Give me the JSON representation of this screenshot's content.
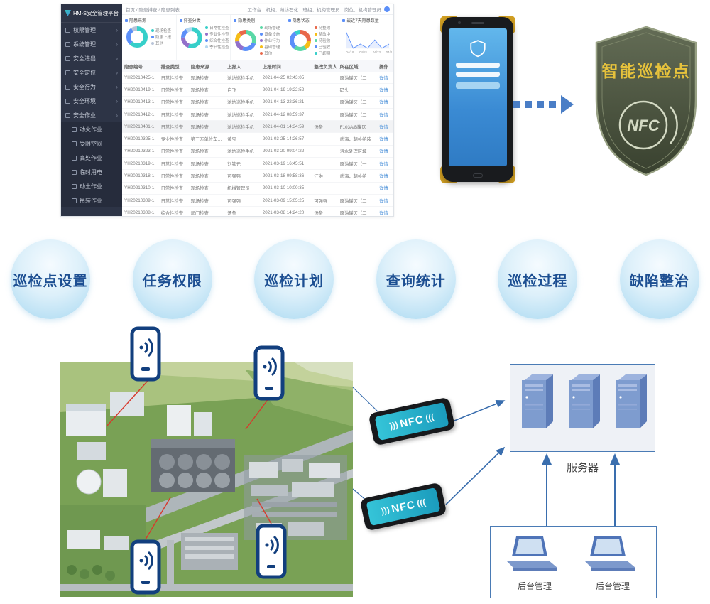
{
  "dashboard": {
    "logo_text": "HM-S安全管理平台",
    "topbar": {
      "breadcrumb": "首页 / 隐患排查 / 隐患列表",
      "right_text": "工作台　机构：潍坊石化　班组：机构管理员　岗位：机构管理员"
    },
    "sidebar": [
      {
        "label": "权限管理",
        "parent": true,
        "child": false
      },
      {
        "label": "系统管理",
        "parent": true,
        "child": false
      },
      {
        "label": "安全进出",
        "parent": true,
        "child": false
      },
      {
        "label": "安全定位",
        "parent": true,
        "child": false
      },
      {
        "label": "安全行为",
        "parent": true,
        "child": false
      },
      {
        "label": "安全环境",
        "parent": true,
        "child": false
      },
      {
        "label": "安全作业",
        "parent": true,
        "child": false
      },
      {
        "label": "动火作业",
        "parent": false,
        "child": true
      },
      {
        "label": "受限空间",
        "parent": false,
        "child": true
      },
      {
        "label": "高处作业",
        "parent": false,
        "child": true
      },
      {
        "label": "临时用电",
        "parent": false,
        "child": true
      },
      {
        "label": "动土作业",
        "parent": false,
        "child": true
      },
      {
        "label": "吊装作业",
        "parent": false,
        "child": true
      }
    ],
    "charts": [
      {
        "type": "donut",
        "title": "隐患来源",
        "segments": [
          {
            "label": "现场检查",
            "value": 62,
            "color": "#36cfc9"
          },
          {
            "label": "隐患上报",
            "value": 28,
            "color": "#5b8ff9"
          },
          {
            "label": "其他",
            "value": 10,
            "color": "#b8c4d8"
          }
        ]
      },
      {
        "type": "donut",
        "title": "排查分类",
        "segments": [
          {
            "label": "日常性检查",
            "value": 55,
            "color": "#36cfc9"
          },
          {
            "label": "专业性检查",
            "value": 20,
            "color": "#9270ca"
          },
          {
            "label": "综合性检查",
            "value": 15,
            "color": "#5b8ff9"
          },
          {
            "label": "季节性检查",
            "value": 10,
            "color": "#b5d7f0"
          }
        ]
      },
      {
        "type": "donut",
        "title": "隐患类别",
        "segments": [
          {
            "label": "现场管理",
            "value": 30,
            "color": "#5ad8a6"
          },
          {
            "label": "设备设施",
            "value": 25,
            "color": "#5b8ff9"
          },
          {
            "label": "作业行为",
            "value": 18,
            "color": "#9270ca"
          },
          {
            "label": "基础管理",
            "value": 15,
            "color": "#f6bd16"
          },
          {
            "label": "其他",
            "value": 12,
            "color": "#e8684a"
          }
        ]
      },
      {
        "type": "donut",
        "title": "隐患状态",
        "segments": [
          {
            "label": "待整改",
            "value": 25,
            "color": "#e8684a"
          },
          {
            "label": "整改中",
            "value": 15,
            "color": "#f6bd16"
          },
          {
            "label": "待验收",
            "value": 20,
            "color": "#5ad8a6"
          },
          {
            "label": "已验收",
            "value": 30,
            "color": "#5b8ff9"
          },
          {
            "label": "已超期",
            "value": 10,
            "color": "#36cfc9"
          }
        ]
      },
      {
        "type": "line",
        "title": "最近7天隐患数量",
        "legend": "隐患数量",
        "color": "#5b8ff9",
        "x": [
          "04/19",
          "04/21",
          "04/23",
          "04/25"
        ],
        "values": [
          4,
          0,
          1,
          0,
          2,
          0,
          1
        ]
      }
    ],
    "table": {
      "columns": [
        "隐患编号",
        "排查类型",
        "隐患来源",
        "上报人",
        "上报时间",
        "整改负责人",
        "所在区域",
        "操作"
      ],
      "rows": [
        [
          "YH20210425-1",
          "日常性检查",
          "现场检查",
          "潍坊巡检手机",
          "2021-04-25 02:43:05",
          "",
          "原油罐区（二",
          "详情"
        ],
        [
          "YH20210419-1",
          "日常性检查",
          "现场检查",
          "白飞",
          "2021-04-19 19:22:52",
          "",
          "码头",
          "详情"
        ],
        [
          "YH20210413-1",
          "日常性检查",
          "现场检查",
          "潍坊巡检手机",
          "2021-04-13 22:36:21",
          "",
          "原油罐区（二",
          "详情"
        ],
        [
          "YH20210412-1",
          "日常性检查",
          "现场检查",
          "潍坊巡检手机",
          "2021-04-12 08:59:37",
          "",
          "原油罐区（二",
          "详情"
        ],
        [
          "YH20210401-1",
          "日常性检查",
          "现场检查",
          "潍坊巡检手机",
          "2021-04-01 14:34:59",
          "汤条",
          "F103A/B罐区",
          "详情"
        ],
        [
          "YH20210325-1",
          "专业性检查",
          "第三方单位车辆检查",
          "黄宝",
          "2021-03-25 14:26:57",
          "",
          "武海，朝补给装",
          "详情"
        ],
        [
          "YH20210323-1",
          "日常性检查",
          "现场检查",
          "潍坊巡检手机",
          "2021-03-20 09:04:22",
          "",
          "污水处理区域",
          "详情"
        ],
        [
          "YH20210319-1",
          "日常性检查",
          "现场检查",
          "刘钦元",
          "2021-03-19 16:45:51",
          "",
          "原油罐区（一",
          "详情"
        ],
        [
          "YH20210318-1",
          "日常性检查",
          "现场检查",
          "可强强",
          "2021-03-18 09:58:36",
          "汪洪",
          "武海，朝补给",
          "详情"
        ],
        [
          "YH20210310-1",
          "日常性检查",
          "现场检查",
          "机械管理员",
          "2021-03-10 10:00:35",
          "",
          "",
          "详情"
        ],
        [
          "YH20210309-1",
          "日常性检查",
          "现场检查",
          "可强强",
          "2021-03-09 15:05:25",
          "可强强",
          "原油罐区（二",
          "详情"
        ],
        [
          "YH20210308-1",
          "综合性检查",
          "部门检查",
          "汤条",
          "2021-03-08 14:24:20",
          "汤条",
          "原油罐区（二",
          "详情"
        ]
      ]
    }
  },
  "badge": {
    "title": "智能巡检点",
    "nfc": "NFC"
  },
  "features": [
    "巡检点设置",
    "任务权限",
    "巡检计划",
    "查询统计",
    "巡检过程",
    "缺陷整治"
  ],
  "diagram": {
    "server_label": "服务器",
    "admin_labels": [
      "后台管理",
      "后台管理"
    ],
    "nfc_label": "NFC"
  },
  "colors": {
    "accent_blue": "#4a7ec6",
    "circle_text": "#1d4f92",
    "badge_yellow": "#e6c23c",
    "nfc_screen_teal": "#35c4d8",
    "red_link_line": "#d8382c"
  }
}
